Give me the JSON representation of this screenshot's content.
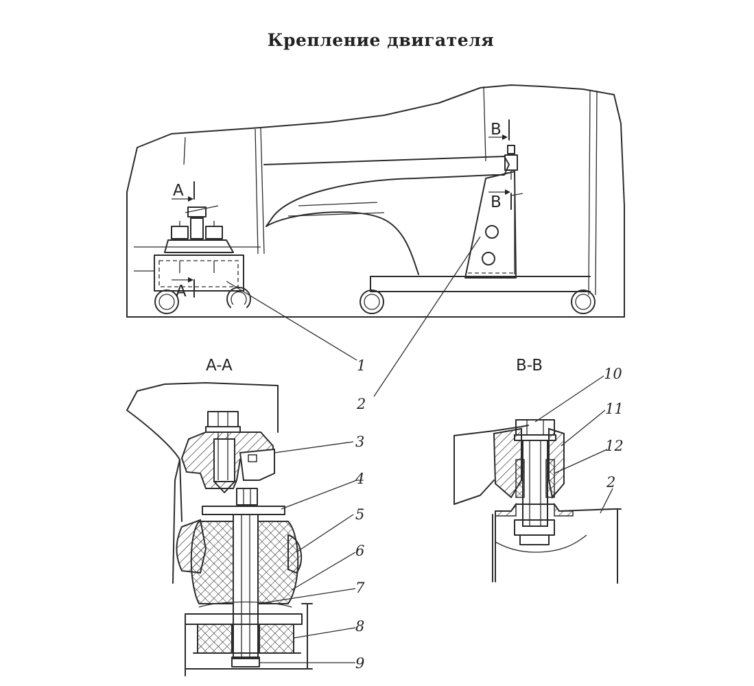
{
  "title": "Крепление двигателя",
  "section_labels": {
    "a": "A",
    "b": "B"
  },
  "section_titles": {
    "aa": "A-A",
    "bb": "B-B"
  },
  "callouts": [
    "1",
    "2",
    "3",
    "4",
    "5",
    "6",
    "7",
    "8",
    "9",
    "10",
    "11",
    "12",
    "2"
  ]
}
